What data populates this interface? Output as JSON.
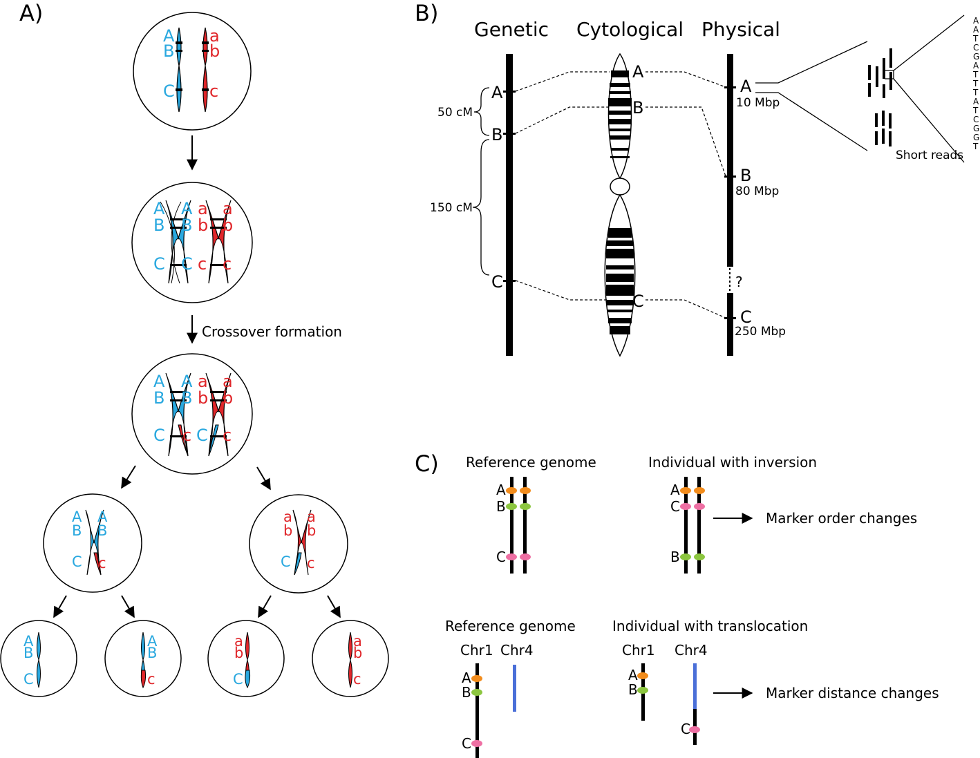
{
  "panel_a": {
    "label": "A)",
    "step_label": "Crossover formation",
    "blue_upper": [
      "A",
      "B",
      "C"
    ],
    "red_lower": [
      "a",
      "b",
      "c"
    ]
  },
  "panel_b": {
    "label": "B)",
    "columns": {
      "genetic": "Genetic",
      "cytological": "Cytological",
      "physical": "Physical"
    },
    "markers": [
      "A",
      "B",
      "C"
    ],
    "distances": {
      "ab": "50 cM",
      "bc": "150 cM"
    },
    "positions": {
      "a": "10 Mbp",
      "b": "80 Mbp",
      "c": "250 Mbp"
    },
    "gap_mark": "?",
    "reads_label": "Short reads",
    "sequence": [
      "A",
      "A",
      "T",
      "C",
      "G",
      "A",
      "T",
      "T",
      "T",
      "A",
      "T",
      "C",
      "G",
      "G",
      "T"
    ]
  },
  "panel_c": {
    "label": "C)",
    "ref1_title": "Reference genome",
    "inv_title": "Individual with inversion",
    "inv_result": "Marker order changes",
    "ref2_title": "Reference genome",
    "trans_title": "Individual with translocation",
    "trans_result": "Marker distance changes",
    "chr1": "Chr1",
    "chr4": "Chr4"
  },
  "colors": {
    "blue": "#29a8df",
    "red": "#e0262a",
    "orange": "#f28c1c",
    "green": "#8cc63f",
    "pink": "#ee6fa3",
    "chr4_blue": "#4a6fd8"
  }
}
